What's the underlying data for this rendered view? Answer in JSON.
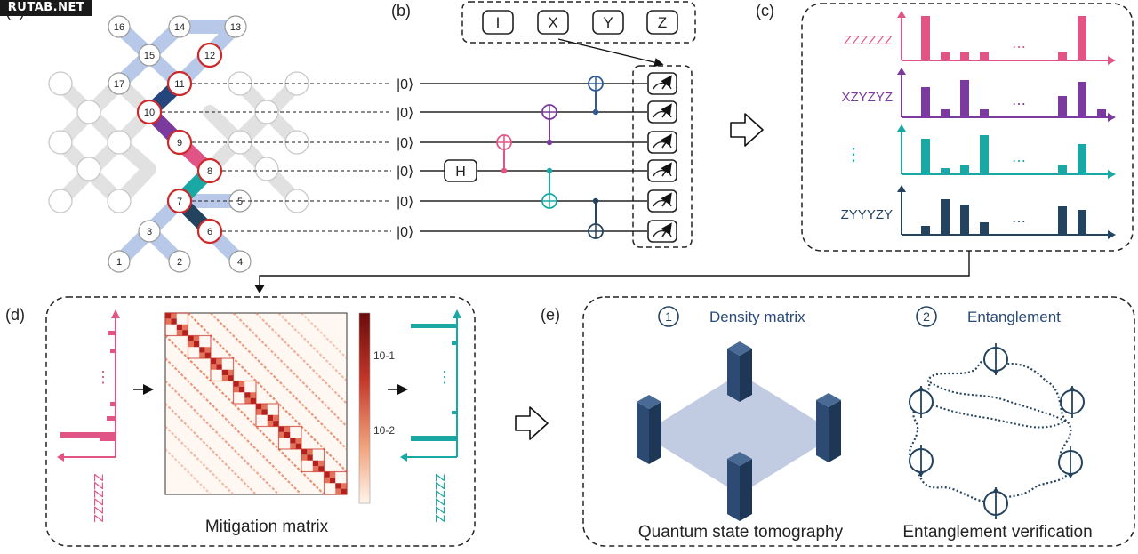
{
  "watermark": "RUTAB.NET",
  "panel_labels": {
    "a": "(a)",
    "b": "(b)",
    "c": "(c)",
    "d": "(d)",
    "e": "(e)"
  },
  "qubit_numbers": [
    "1",
    "2",
    "3",
    "4",
    "5",
    "6",
    "7",
    "8",
    "9",
    "10",
    "11",
    "12",
    "13",
    "14",
    "15",
    "16",
    "17"
  ],
  "gate_set": [
    "I",
    "X",
    "Y",
    "Z"
  ],
  "ket_zero": "|0⟩",
  "hadamard": "H",
  "bitstrings": [
    "ZZZZZZ",
    "XZYZYZ",
    "⋮",
    "ZYYYZY"
  ],
  "ellipsis": "⋯",
  "vdots": "⋮",
  "mitigation": {
    "input_label": "ZZZZZZ",
    "output_label": "ZZZZZZ",
    "caption": "Mitigation matrix",
    "colorbar_ticks": [
      "10-1",
      "10-2"
    ]
  },
  "tasks": [
    {
      "num": "1",
      "title": "Density matrix",
      "caption": "Quantum state tomography"
    },
    {
      "num": "2",
      "title": "Entanglement",
      "caption": "Entanglement verification"
    }
  ],
  "colors": {
    "pink": "#e05586",
    "purple": "#7a3a9e",
    "teal": "#1aa8a4",
    "navy": "#24435e",
    "blue": "#2e5a9a",
    "red_ring": "#cc2a2a",
    "light_blue": "#b7c8e8",
    "grey": "#dcdcdc"
  }
}
